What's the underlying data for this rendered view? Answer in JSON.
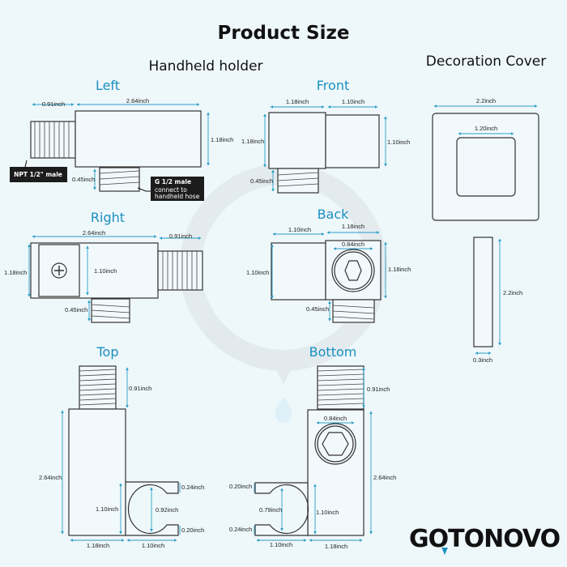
{
  "title": "Product Size",
  "section_handheld": "Handheld holder",
  "section_cover": "Decoration Cover",
  "brand": "GOTONOVO",
  "colors": {
    "accent": "#1a8fc0",
    "dimension_line": "#2a9ec6",
    "background": "#eef7fa"
  },
  "left": {
    "title": "Left",
    "d_thread": "0.91inch",
    "d_body": "2.64inch",
    "d_height": "1.18inch",
    "d_bottom": "0.45inch",
    "tag_npt": "NPT 1/2\" male",
    "tag_g_title": "G 1/2 male",
    "tag_g_line1": "connect to",
    "tag_g_line2": "handheld hose"
  },
  "front": {
    "title": "Front",
    "d_w1": "1.18inch",
    "d_w2": "1.10inch",
    "d_h1": "1.18inch",
    "d_h2": "1.10inch",
    "d_bottom": "0.45inch"
  },
  "cover": {
    "d_outer": "2.2inch",
    "d_inner": "1.20inch",
    "d_side_h": "2.2inch",
    "d_side_w": "0.3inch"
  },
  "right": {
    "title": "Right",
    "d_body": "2.64inch",
    "d_thread": "0.91inch",
    "d_h1": "1.18inch",
    "d_h2": "1.10inch",
    "d_bottom": "0.45inch"
  },
  "back": {
    "title": "Back",
    "d_w1": "1.10inch",
    "d_w2": "1.18inch",
    "d_hex": "0.84inch",
    "d_h1": "1.10inch",
    "d_h2": "1.18inch",
    "d_bottom": "0.45inch"
  },
  "top": {
    "title": "Top",
    "d_thread": "0.91inch",
    "d_body_h": "2.64inch",
    "d_clip_h": "1.10inch",
    "d_circle": "0.92inch",
    "d_notch_top": "0.24inch",
    "d_notch_bottom": "0.20inch",
    "d_w1": "1.18inch",
    "d_w2": "1.10inch"
  },
  "bottom": {
    "title": "Bottom",
    "d_thread": "0.91inch",
    "d_body_h": "2.64inch",
    "d_hex": "0.84inch",
    "d_clip_h": "1.10inch",
    "d_circle": "0.79inch",
    "d_notch_top": "0.20inch",
    "d_notch_bottom": "0.24inch",
    "d_w1": "1.10inch",
    "d_w2": "1.18inch"
  }
}
